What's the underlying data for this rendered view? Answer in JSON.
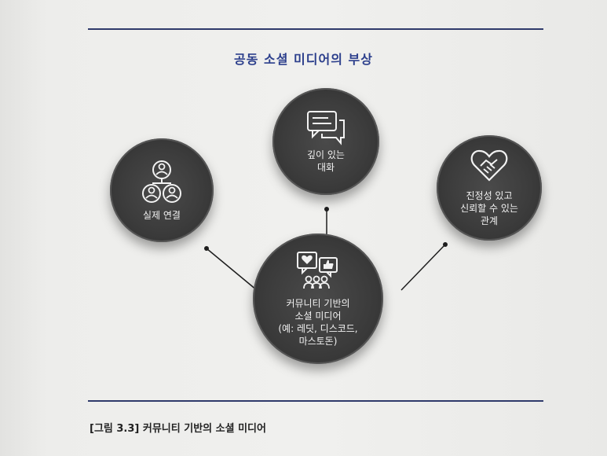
{
  "figure": {
    "title": "공동 소셜 미디어의 부상",
    "caption": "[그림 3.3] 커뮤니티 기반의 소셜 미디어"
  },
  "nodes": {
    "top": {
      "label": "깊이 있는\n대화",
      "icon": "chat-bubbles-icon"
    },
    "left": {
      "label": "실제 연결",
      "icon": "people-network-icon"
    },
    "right": {
      "label": "진정성 있고\n신뢰할 수 있는\n관계",
      "icon": "heart-handshake-icon"
    },
    "center": {
      "label": "커뮤니티 기반의\n소셜 미디어\n(예: 레딧, 디스코드,\n마스토돈)",
      "icon": "community-social-icon"
    }
  },
  "colors": {
    "rule": "#2f3a6b",
    "title": "#2c3f8c",
    "node_fill": "#3c3c3c",
    "node_text": "#f2f2f2",
    "connector": "#1e1e1e"
  }
}
